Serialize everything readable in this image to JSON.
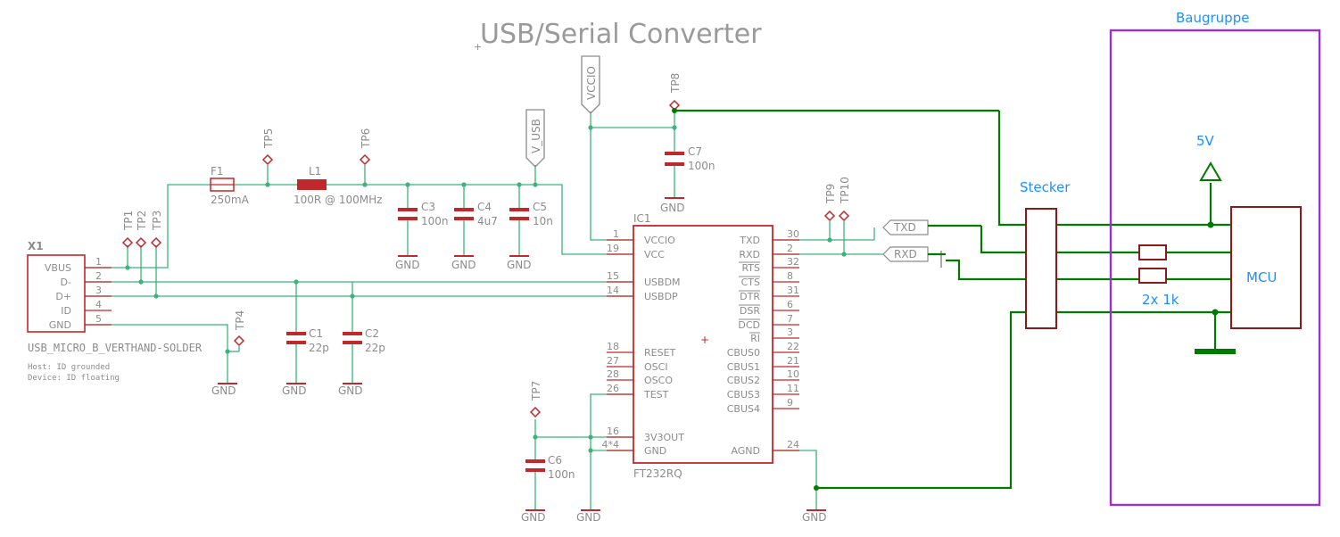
{
  "title": "USB/Serial Converter",
  "colors": {
    "net": "#3cb37a",
    "part": "#c0282c",
    "green": "#007a00",
    "purple": "#9b30d0",
    "blue": "#1e90ff",
    "text": "#8c8c8c",
    "part_dark": "#8b1a1a"
  },
  "connector": {
    "name": "X1",
    "pins": [
      "VBUS",
      "D-",
      "D+",
      "ID",
      "GND"
    ],
    "pin_numbers": [
      "1",
      "2",
      "3",
      "4",
      "5"
    ],
    "value": "USB_MICRO_B_VERTHAND-SOLDER",
    "notes": [
      "Host: ID grounded",
      "Device: ID floating"
    ]
  },
  "test_points": {
    "tp1": "TP1",
    "tp2": "TP2",
    "tp3": "TP3",
    "tp4": "TP4",
    "tp5": "TP5",
    "tp6": "TP6",
    "tp7": "TP7",
    "tp8": "TP8",
    "tp9": "TP9",
    "tp10": "TP10"
  },
  "fuse": {
    "name": "F1",
    "value": "250mA"
  },
  "inductor": {
    "name": "L1",
    "value": "100R @ 100MHz"
  },
  "caps": {
    "c1": {
      "name": "C1",
      "value": "22p"
    },
    "c2": {
      "name": "C2",
      "value": "22p"
    },
    "c3": {
      "name": "C3",
      "value": "100n"
    },
    "c4": {
      "name": "C4",
      "value": "4u7"
    },
    "c5": {
      "name": "C5",
      "value": "10n"
    },
    "c6": {
      "name": "C6",
      "value": "100n"
    },
    "c7": {
      "name": "C7",
      "value": "100n"
    }
  },
  "gnd_label": "GND",
  "supplies": {
    "vccio": "VCCIO",
    "vusb": "V_USB"
  },
  "ic": {
    "name": "IC1",
    "value": "FT232RQ",
    "left_pins": [
      {
        "num": "1",
        "name": "VCCIO"
      },
      {
        "num": "19",
        "name": "VCC"
      },
      {
        "num": "15",
        "name": "USBDM"
      },
      {
        "num": "14",
        "name": "USBDP"
      },
      {
        "num": "18",
        "name": "RESET"
      },
      {
        "num": "27",
        "name": "OSCI"
      },
      {
        "num": "28",
        "name": "OSCO"
      },
      {
        "num": "26",
        "name": "TEST"
      },
      {
        "num": "16",
        "name": "3V3OUT"
      },
      {
        "num": "4*4",
        "name": "GND"
      }
    ],
    "right_pins": [
      {
        "num": "30",
        "name": "TXD"
      },
      {
        "num": "2",
        "name": "RXD"
      },
      {
        "num": "32",
        "name": "RTS"
      },
      {
        "num": "8",
        "name": "CTS"
      },
      {
        "num": "31",
        "name": "DTR"
      },
      {
        "num": "6",
        "name": "DSR"
      },
      {
        "num": "7",
        "name": "DCD"
      },
      {
        "num": "3",
        "name": "RI"
      },
      {
        "num": "22",
        "name": "CBUS0"
      },
      {
        "num": "21",
        "name": "CBUS1"
      },
      {
        "num": "10",
        "name": "CBUS2"
      },
      {
        "num": "11",
        "name": "CBUS3"
      },
      {
        "num": "9",
        "name": "CBUS4"
      },
      {
        "num": "24",
        "name": "AGND"
      }
    ]
  },
  "net_labels": {
    "txd": "TXD",
    "rxd": "RXD"
  },
  "external": {
    "stecker": "Stecker",
    "baugruppe": "Baugruppe",
    "v5": "5V",
    "mcu": "MCU",
    "resistors": "2x 1k"
  }
}
